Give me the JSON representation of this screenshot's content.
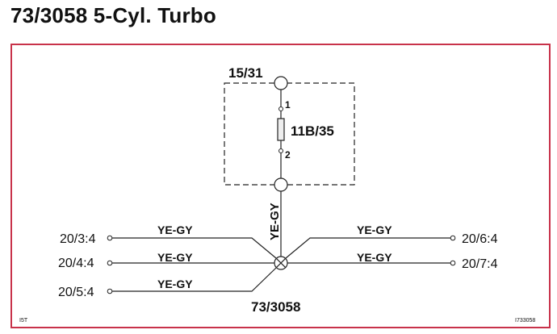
{
  "title": "73/3058 5-Cyl. Turbo",
  "colors": {
    "frame": "#c8324a",
    "line": "#222222",
    "text": "#111111"
  },
  "fuse_box": {
    "top_connector": "15/31",
    "pin_top": "1",
    "pin_bottom": "2",
    "fuse": "11B/35"
  },
  "trunk_wire": "YE-GY",
  "junction": "73/3058",
  "left_wires": [
    {
      "connector": "20/3:4",
      "wire": "YE-GY"
    },
    {
      "connector": "20/4:4",
      "wire": "YE-GY"
    },
    {
      "connector": "20/5:4",
      "wire": "YE-GY"
    }
  ],
  "right_wires": [
    {
      "connector": "20/6:4",
      "wire": "YE-GY"
    },
    {
      "connector": "20/7:4",
      "wire": "YE-GY"
    }
  ],
  "footer": {
    "left": "I5T",
    "right": "I733058"
  }
}
